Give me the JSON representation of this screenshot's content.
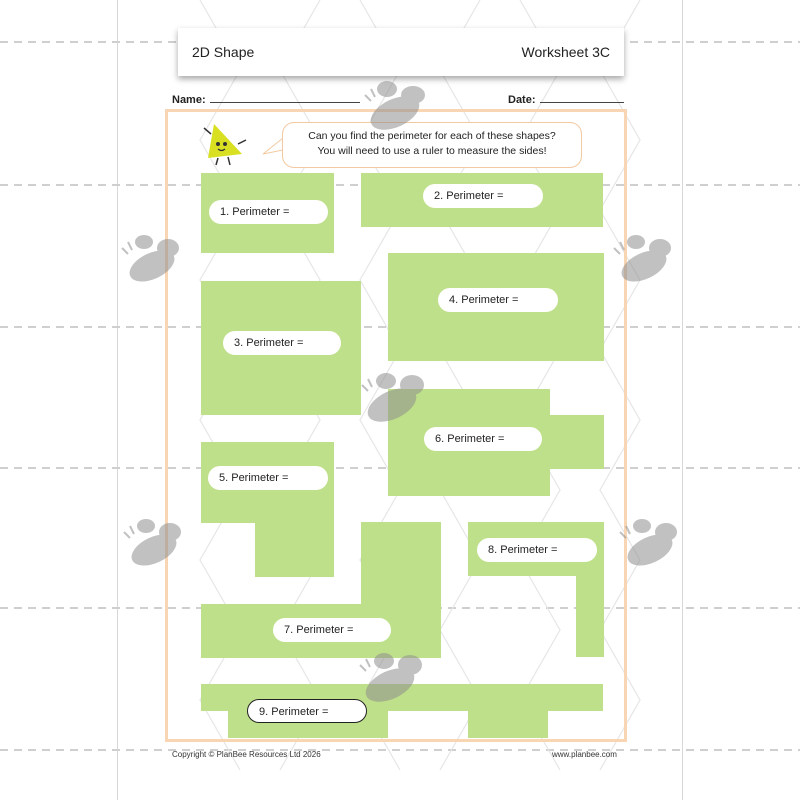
{
  "header": {
    "title": "2D Shape",
    "worksheet": "Worksheet 3C"
  },
  "fields": {
    "name_label": "Name:",
    "date_label": "Date:"
  },
  "instructions": {
    "line1": "Can you find the perimeter for each of these shapes?",
    "line2": "You will need to use a ruler to measure the sides!"
  },
  "shapes": [
    {
      "label": "1. Perimeter ="
    },
    {
      "label": "2. Perimeter ="
    },
    {
      "label": "3. Perimeter ="
    },
    {
      "label": "4. Perimeter ="
    },
    {
      "label": "5. Perimeter ="
    },
    {
      "label": "6. Perimeter ="
    },
    {
      "label": "7. Perimeter ="
    },
    {
      "label": "8. Perimeter ="
    },
    {
      "label": "9. Perimeter ="
    }
  ],
  "footer": {
    "copyright": "Copyright © PlanBee Resources Ltd 2026",
    "website": "www.planbee.com"
  },
  "colors": {
    "shape_fill": "#bfe08a",
    "frame": "#f8d6b3",
    "mascot": "#d9e021"
  },
  "icons": [
    "triangle-mascot-icon",
    "bee-watermark-icon"
  ]
}
